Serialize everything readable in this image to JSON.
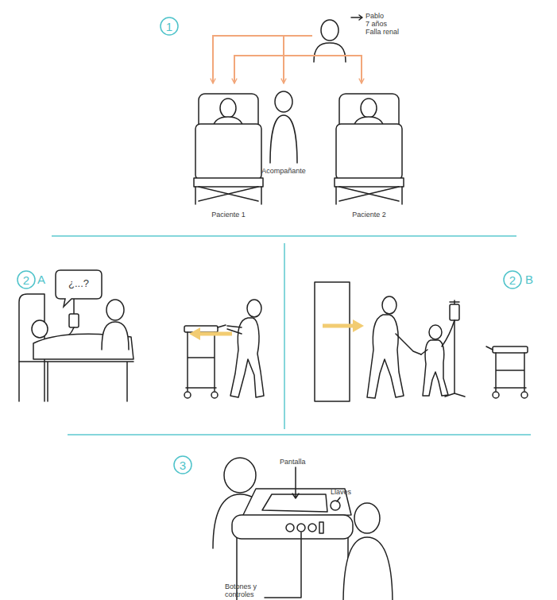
{
  "diagram": {
    "nodes": [
      {
        "text": [
          "1"
        ]
      },
      {
        "text": [
          "Pablo",
          "7 años",
          "Falla renal"
        ]
      },
      {
        "text": [
          "Paciente 1"
        ]
      },
      {
        "text": [
          "Acompañante"
        ]
      },
      {
        "text": [
          "Paciente 2"
        ]
      },
      {
        "text": [
          "2"
        ]
      },
      {
        "text": [
          "¿...?"
        ]
      },
      {
        "text": [
          "2"
        ]
      },
      {
        "text": [
          "3"
        ]
      }
    ],
    "edges": [
      {
        "from": 1,
        "to": 2,
        "arrow": "to"
      },
      {
        "from": 1,
        "to": 2,
        "arrow": "to"
      },
      {
        "from": 1,
        "to": 3,
        "arrow": "to"
      },
      {
        "from": 1,
        "to": 4,
        "arrow": "to"
      }
    ],
    "labels": [
      "A",
      "B",
      "Pantalla",
      "Llaves",
      "Botones y controles"
    ]
  }
}
